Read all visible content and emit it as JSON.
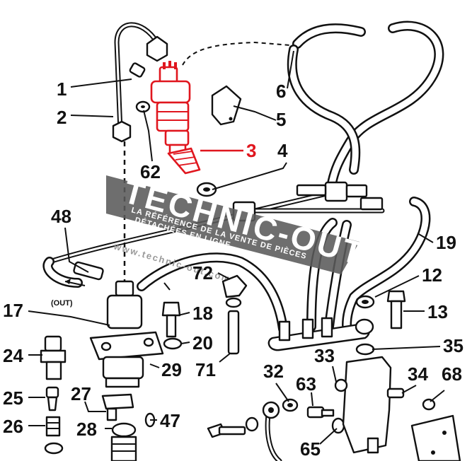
{
  "labels": {
    "p1": "1",
    "p2": "2",
    "p3": "3",
    "p4": "4",
    "p5": "5",
    "p6": "6",
    "p62": "62",
    "p48": "48",
    "p19": "19",
    "p72": "72",
    "p12": "12",
    "p13": "13",
    "p17": "17",
    "p18": "18",
    "p20": "20",
    "p71": "71",
    "p24": "24",
    "p29": "29",
    "p25": "25",
    "p27": "27",
    "p26": "26",
    "p28": "28",
    "p47": "47",
    "p32": "32",
    "p63": "63",
    "p33": "33",
    "p35": "35",
    "p34": "34",
    "p68": "68",
    "p65": "65"
  },
  "callouts": {
    "out": "(OUT)"
  },
  "watermark": {
    "logo": "TECHNIC-OUT",
    "tagline_1": "LA RÉFÉRENCE DE LA VENTE DE PIÈCES",
    "tagline_2": "DÉTACHÉES EN LIGNE",
    "url": "www.technic-out.com"
  },
  "colors": {
    "highlight": "#e0161e",
    "ink": "#111111",
    "watermark": "#5a5a5a"
  }
}
